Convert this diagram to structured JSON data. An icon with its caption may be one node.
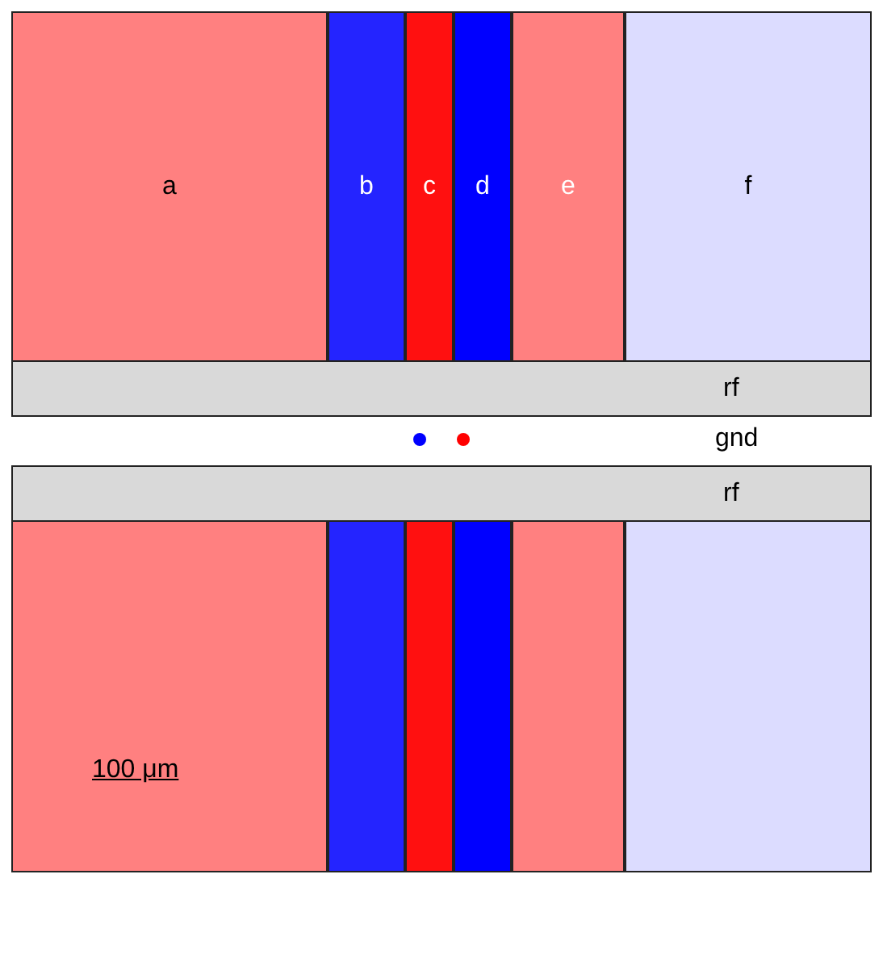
{
  "diagram": {
    "nodes": [
      {
        "text": [
          "a"
        ]
      },
      {
        "text": [
          "b"
        ]
      },
      {
        "text": [
          "c"
        ]
      },
      {
        "text": [
          "d"
        ]
      },
      {
        "text": [
          "e"
        ]
      },
      {
        "text": [
          "f"
        ]
      },
      {
        "text": [
          "rf"
        ]
      },
      {
        "text": [
          "rf"
        ]
      },
      {
        "text": [],
        "shape": "box"
      },
      {
        "text": [],
        "shape": "box"
      },
      {
        "text": [],
        "shape": "box"
      },
      {
        "text": [],
        "shape": "box"
      },
      {
        "text": [],
        "shape": "box"
      },
      {
        "text": [],
        "shape": "box"
      }
    ],
    "labels": [
      "gnd",
      "100 μm"
    ]
  }
}
